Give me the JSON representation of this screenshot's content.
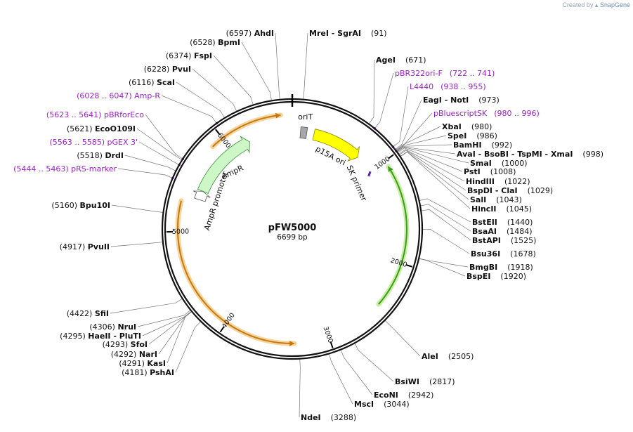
{
  "credit": {
    "prefix": "Created by",
    "brand": "SnapGene"
  },
  "plasmid": {
    "name": "pFW5000",
    "length": 6699,
    "length_label": "6699 bp"
  },
  "colors": {
    "backbone": "#111111",
    "enzyme": "#111111",
    "primer": "#9b1fc9",
    "line": "#777777",
    "orf_orange": "#c47a10",
    "orf_orange_glow": "#f6d49c",
    "orf_green": "#3d9a1a",
    "orf_green_glow": "#c9f0a6"
  },
  "ticks": [
    {
      "pos": 1000,
      "label": "1000"
    },
    {
      "pos": 2000,
      "label": "2000"
    },
    {
      "pos": 3000,
      "label": "3000"
    },
    {
      "pos": 4000,
      "label": "4000"
    },
    {
      "pos": 5000,
      "label": "5000"
    },
    {
      "pos": 6000,
      "label": "6000"
    }
  ],
  "features": [
    {
      "name": "AmpR",
      "type": "arrow",
      "start": 5450,
      "end": 6215,
      "reverse": false,
      "color": "#cdf7c6",
      "stroke": "#3a8f3a",
      "label": "AmpR"
    },
    {
      "name": "AmpR promoter",
      "type": "arrow",
      "start": 5350,
      "end": 5450,
      "reverse": false,
      "color": "#ffffff",
      "stroke": "#555555",
      "label": "AmpR promoter"
    },
    {
      "name": "oriT",
      "type": "box",
      "start": 90,
      "end": 160,
      "color": "#a4a8ad",
      "stroke": "#555555",
      "label": "oriT"
    },
    {
      "name": "p15A ori",
      "type": "arrow",
      "start": 240,
      "end": 790,
      "reverse": false,
      "color": "#ffff00",
      "stroke": "#888800",
      "label": "p15A ori"
    },
    {
      "name": "SK primer",
      "type": "primer",
      "start": 998,
      "end": 1030,
      "color": "#5a2aa8",
      "label": "SK primer"
    }
  ],
  "orfs": [
    {
      "name": "orf-1",
      "start": 5880,
      "end": 6590,
      "reverse": false,
      "color": "orange"
    },
    {
      "name": "orf-2",
      "start": 3330,
      "end": 5290,
      "reverse": true,
      "color": "orange"
    },
    {
      "name": "orf-3",
      "start": 1060,
      "end": 2440,
      "reverse": true,
      "color": "green"
    }
  ],
  "primer_sites": [
    {
      "name": "pBR322ori-F",
      "pos": 731,
      "text": "pBR322ori-F",
      "range": "(722 .. 741)"
    },
    {
      "name": "L4440",
      "pos": 946,
      "text": "L4440",
      "range": "(938 .. 955)"
    },
    {
      "name": "pBluescriptSK",
      "pos": 988,
      "text": "pBluescriptSK",
      "range": "(980 .. 996)"
    },
    {
      "name": "Amp-R",
      "pos": 6037,
      "text": "Amp-R",
      "range": "(6028 .. 6047)"
    },
    {
      "name": "pBRforEco",
      "pos": 5632,
      "text": "pBRforEco",
      "range": "(5623 .. 5641)"
    },
    {
      "name": "pGEX 3'",
      "pos": 5574,
      "text": "pGEX 3'",
      "range": "(5563 .. 5585)"
    },
    {
      "name": "pRS-marker",
      "pos": 5453,
      "text": "pRS-marker",
      "range": "(5444 .. 5463)"
    }
  ],
  "right_labels": [
    {
      "names": "MreI  - SgrAI",
      "pos": "(91)",
      "site": 91
    },
    {
      "names": "AgeI",
      "pos": "(671)",
      "site": 671
    },
    {
      "primer": 0
    },
    {
      "primer": 1
    },
    {
      "names": "EagI  - NotI",
      "pos": "(973)",
      "site": 973
    },
    {
      "primer": 2
    },
    {
      "names": "XbaI",
      "pos": "(980)",
      "site": 980
    },
    {
      "names": "SpeI",
      "pos": "(986)",
      "site": 986
    },
    {
      "names": "BamHI",
      "pos": "(992)",
      "site": 992
    },
    {
      "names": "AvaI  - BsoBI  - TspMI  - XmaI",
      "pos": "(998)",
      "site": 998
    },
    {
      "names": "SmaI",
      "pos": "(1000)",
      "site": 1000
    },
    {
      "names": "PstI",
      "pos": "(1008)",
      "site": 1008
    },
    {
      "names": "HindIII",
      "pos": "(1022)",
      "site": 1022
    },
    {
      "names": "BspDI  - ClaI",
      "pos": "(1029)",
      "site": 1029
    },
    {
      "names": "SalI",
      "pos": "(1043)",
      "site": 1043
    },
    {
      "names": "HincII",
      "pos": "(1045)",
      "site": 1045
    },
    {
      "names": "BstEII",
      "pos": "(1440)",
      "site": 1440
    },
    {
      "names": "BsaAI",
      "pos": "(1484)",
      "site": 1484
    },
    {
      "names": "BstAPI",
      "pos": "(1525)",
      "site": 1525
    },
    {
      "names": "Bsu36I",
      "pos": "(1678)",
      "site": 1678
    },
    {
      "names": "BmgBI",
      "pos": "(1918)",
      "site": 1918
    },
    {
      "names": "BspEI",
      "pos": "(1920)",
      "site": 1920
    },
    {
      "names": "AleI",
      "pos": "(2505)",
      "site": 2505
    },
    {
      "names": "BsiWI",
      "pos": "(2817)",
      "site": 2817
    },
    {
      "names": "EcoNI",
      "pos": "(2942)",
      "site": 2942
    },
    {
      "names": "MscI",
      "pos": "(3044)",
      "site": 3044
    },
    {
      "names": "NdeI",
      "pos": "(3288)",
      "site": 3288
    }
  ],
  "left_labels": [
    {
      "names": "AhdI",
      "pos": "(6597)",
      "site": 6597
    },
    {
      "names": "BpmI",
      "pos": "(6528)",
      "site": 6528
    },
    {
      "names": "FspI",
      "pos": "(6374)",
      "site": 6374
    },
    {
      "names": "PvuI",
      "pos": "(6228)",
      "site": 6228
    },
    {
      "names": "ScaI",
      "pos": "(6116)",
      "site": 6116
    },
    {
      "primer": 3
    },
    {
      "primer": 4
    },
    {
      "names": "EcoO109I",
      "pos": "(5621)",
      "site": 5621
    },
    {
      "primer": 5
    },
    {
      "names": "DrdI",
      "pos": "(5518)",
      "site": 5518
    },
    {
      "primer": 6
    },
    {
      "names": "Bpu10I",
      "pos": "(5160)",
      "site": 5160
    },
    {
      "names": "PvuII",
      "pos": "(4917)",
      "site": 4917
    },
    {
      "names": "SfiI",
      "pos": "(4422)",
      "site": 4422
    },
    {
      "names": "NruI",
      "pos": "(4306)",
      "site": 4306
    },
    {
      "names": "HaeII  - PluTI",
      "pos": "(4295)",
      "site": 4295
    },
    {
      "names": "SfoI",
      "pos": "(4293)",
      "site": 4293
    },
    {
      "names": "NarI",
      "pos": "(4292)",
      "site": 4292
    },
    {
      "names": "KasI",
      "pos": "(4291)",
      "site": 4291
    },
    {
      "names": "PshAI",
      "pos": "(4181)",
      "site": 4181
    }
  ]
}
